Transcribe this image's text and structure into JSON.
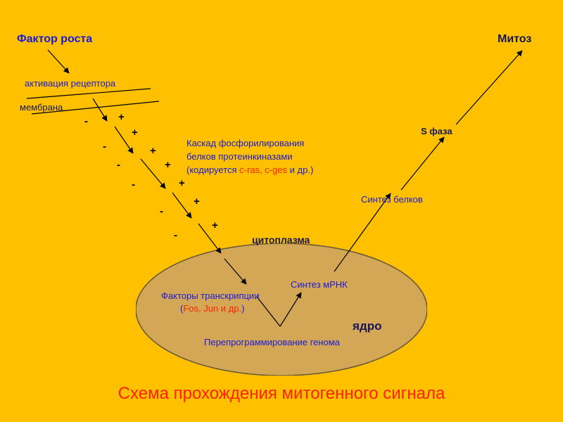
{
  "title": "Схема прохождения митогенного сигнала",
  "labels": {
    "growth_factor": "Фактор роста",
    "mitosis": "Митоз",
    "receptor_activation": "активация рецептора",
    "membrane": "мембрана",
    "cascade_line1": "Каскад фосфорилирования",
    "cascade_line2": "белков протеинкиназами",
    "cascade_line3_prefix": "(кодируется ",
    "cascade_line3_genes": "c-ras, c-ges",
    "cascade_line3_suffix": " и др.)",
    "cytoplasm": "цитоплазма",
    "s_phase": "S фаза",
    "protein_synthesis": "Синтез белков",
    "mrna_synthesis": "Синтез мРНК",
    "transcription_factors": "Факторы транскрипции",
    "tf_open": "(",
    "tf_genes": "Fos, Jun и др.",
    "tf_close": ")",
    "nucleus": "ядро",
    "genome_reprogramming": "Перепрограммирование генома"
  },
  "signs": {
    "plus": [
      "+",
      "+",
      "+",
      "+",
      "+",
      "+",
      "+"
    ],
    "minus": [
      "-",
      "-",
      "-",
      "-",
      "-",
      "-"
    ]
  },
  "colors": {
    "background": "#FFC000",
    "label_blue": "#1a1ad8",
    "label_dark": "#15155a",
    "accent_red": "#ff2200",
    "nucleus_fill": "#d9a84e"
  }
}
